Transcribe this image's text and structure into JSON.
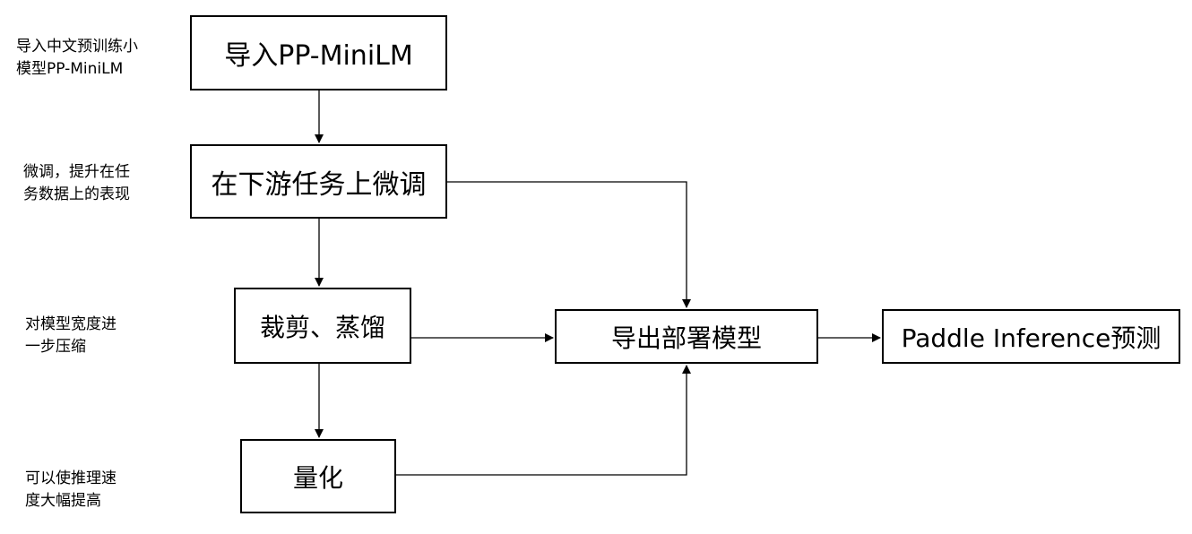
{
  "boxes": {
    "import": "导入PP-MiniLM",
    "finetune": "在下游任务上微调",
    "prune": "裁剪、蒸馏",
    "quantize": "量化",
    "export": "导出部署模型",
    "inference": "Paddle Inference预测"
  },
  "notes": {
    "import": [
      "导入中文预训练小",
      "模型PP-MiniLM"
    ],
    "finetune": [
      "微调，提升在任",
      "务数据上的表现"
    ],
    "prune": [
      "对模型宽度进",
      "一步压缩"
    ],
    "quantize": [
      "可以使推理速",
      "度大幅提高"
    ]
  }
}
